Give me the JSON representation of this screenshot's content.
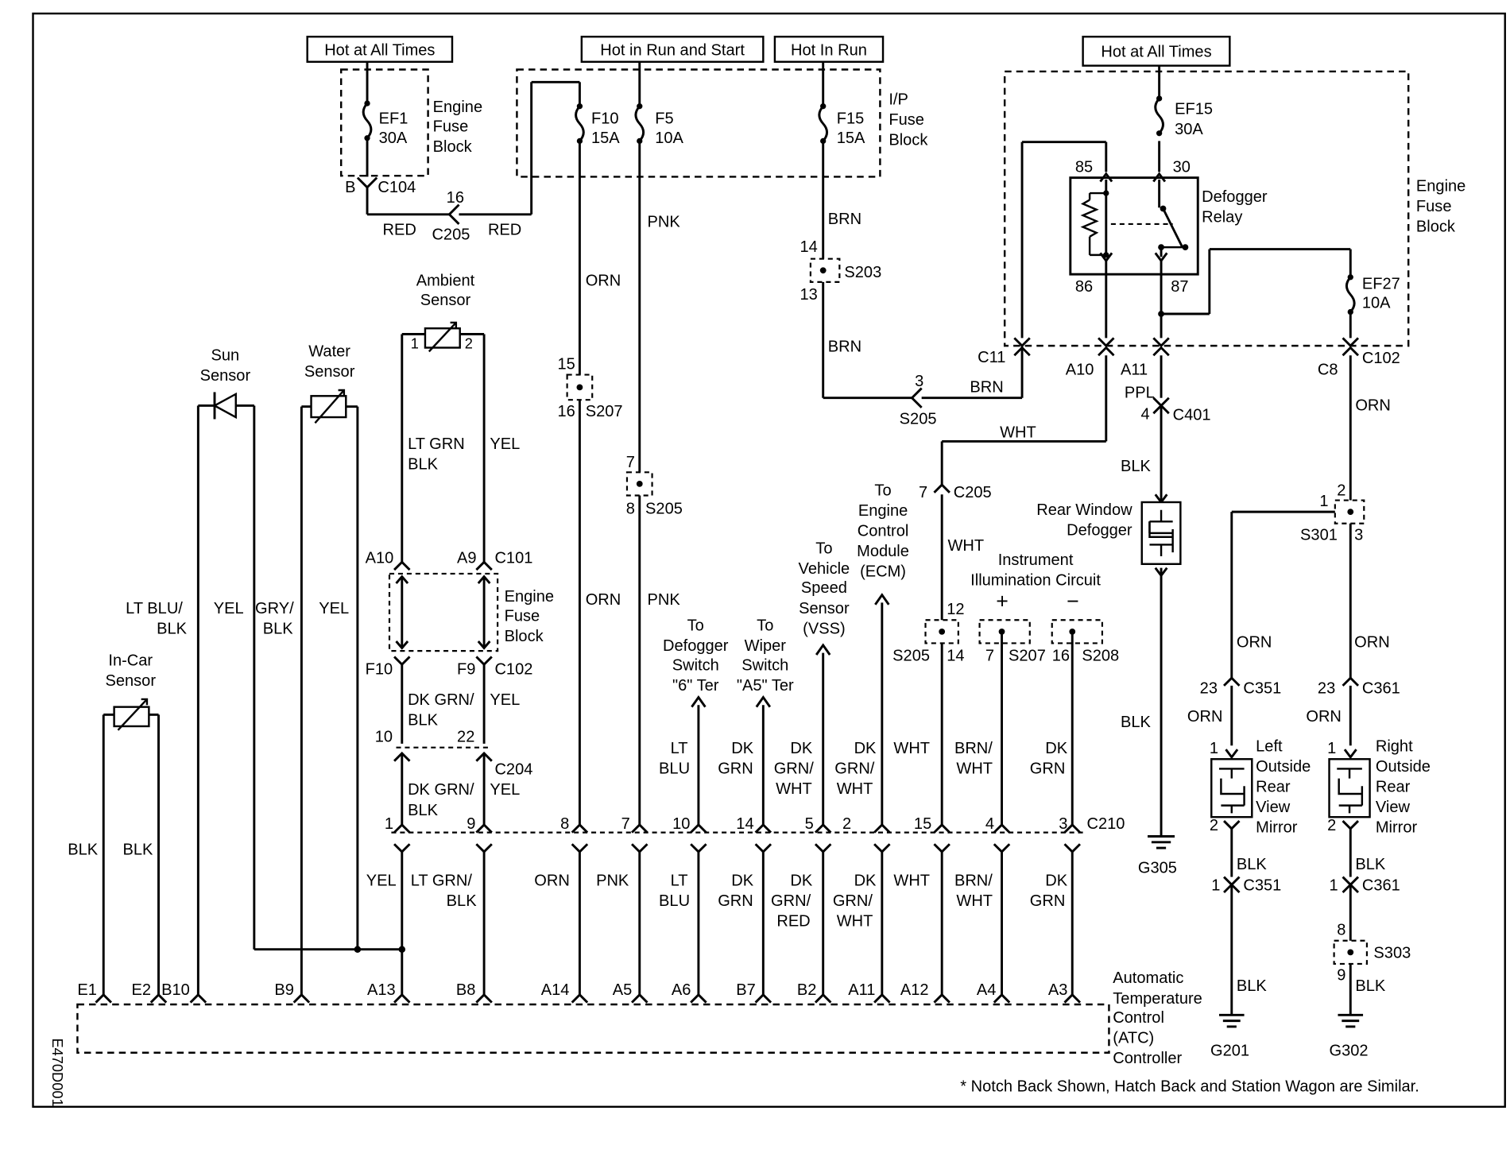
{
  "power": {
    "hot_all_times_1": "Hot at All Times",
    "hot_run_start": "Hot in Run and Start",
    "hot_in_run": "Hot In Run",
    "hot_all_times_2": "Hot at All Times"
  },
  "fuses": {
    "ef1_name": "EF1",
    "ef1_amp": "30A",
    "f10_name": "F10",
    "f10_amp": "15A",
    "f5_name": "F5",
    "f5_amp": "10A",
    "f15_name": "F15",
    "f15_amp": "15A",
    "ef15_name": "EF15",
    "ef15_amp": "30A",
    "ef27_name": "EF27",
    "ef27_amp": "10A"
  },
  "blocks": {
    "engine_fuse_block": [
      "Engine",
      "Fuse",
      "Block"
    ],
    "ip_fuse_block": [
      "I/P",
      "Fuse",
      "Block"
    ]
  },
  "relay": {
    "name": [
      "Defogger",
      "Relay"
    ],
    "pins": {
      "p85": "85",
      "p30": "30",
      "p86": "86",
      "p87": "87"
    }
  },
  "components": {
    "ambient_sensor": [
      "Ambient",
      "Sensor"
    ],
    "sun_sensor": [
      "Sun",
      "Sensor"
    ],
    "water_sensor": [
      "Water",
      "Sensor"
    ],
    "incar_sensor": [
      "In-Car",
      "Sensor"
    ],
    "rear_defogger": [
      "Rear Window",
      "Defogger"
    ],
    "left_mirror": [
      "Left",
      "Outside",
      "Rear",
      "View",
      "Mirror"
    ],
    "right_mirror": [
      "Right",
      "Outside",
      "Rear",
      "View",
      "Mirror"
    ],
    "atc_controller": [
      "Automatic",
      "Temperature",
      "Control",
      "(ATC)",
      "Controller"
    ],
    "ecm": [
      "To",
      "Engine",
      "Control",
      "Module",
      "(ECM)"
    ],
    "vss": [
      "To",
      "Vehicle",
      "Speed",
      "Sensor",
      "(VSS)"
    ],
    "defogger_switch": [
      "To",
      "Defogger",
      "Switch",
      "\"6\" Ter"
    ],
    "wiper_switch": [
      "To",
      "Wiper",
      "Switch",
      "\"A5\" Ter"
    ],
    "illumination": [
      "Instrument",
      "Illumination Circuit"
    ],
    "plus": "+",
    "minus": "−"
  },
  "connectors": {
    "c104": "C104",
    "c205": "C205",
    "c101": "C101",
    "c102": "C102",
    "c204": "C204",
    "c210": "C210",
    "c401": "C401",
    "c351": "C351",
    "c361": "C361",
    "c11": "C11",
    "c8": "C8"
  },
  "splices": {
    "s203": "S203",
    "s205": "S205",
    "s207": "S207",
    "s208": "S208",
    "s301": "S301",
    "s303": "S303"
  },
  "grounds": {
    "g305": "G305",
    "g201": "G201",
    "g302": "G302"
  },
  "colors": {
    "red": "RED",
    "pnk": "PNK",
    "orn": "ORN",
    "brn": "BRN",
    "wht": "WHT",
    "ppl": "PPL",
    "blk": "BLK",
    "yel": "YEL",
    "ltgrn": "LT GRN",
    "dkgrn": "DK GRN",
    "ltblu": "LT BLU",
    "dk": "DK",
    "ltblu_slash": "LT BLU/",
    "gry_slash": "GRY/",
    "ltgrn_slash": "LT GRN/",
    "dkgrn_slash": "DK GRN/",
    "grn": "GRN",
    "grn_slash": "GRN/",
    "brn_slash": "BRN/",
    "red2": "RED",
    "lt": "LT",
    "blu": "BLU"
  },
  "footnote": "* Notch Back Shown, Hatch Back and Station Wagon are Similar.",
  "figure_id": "E470D001"
}
